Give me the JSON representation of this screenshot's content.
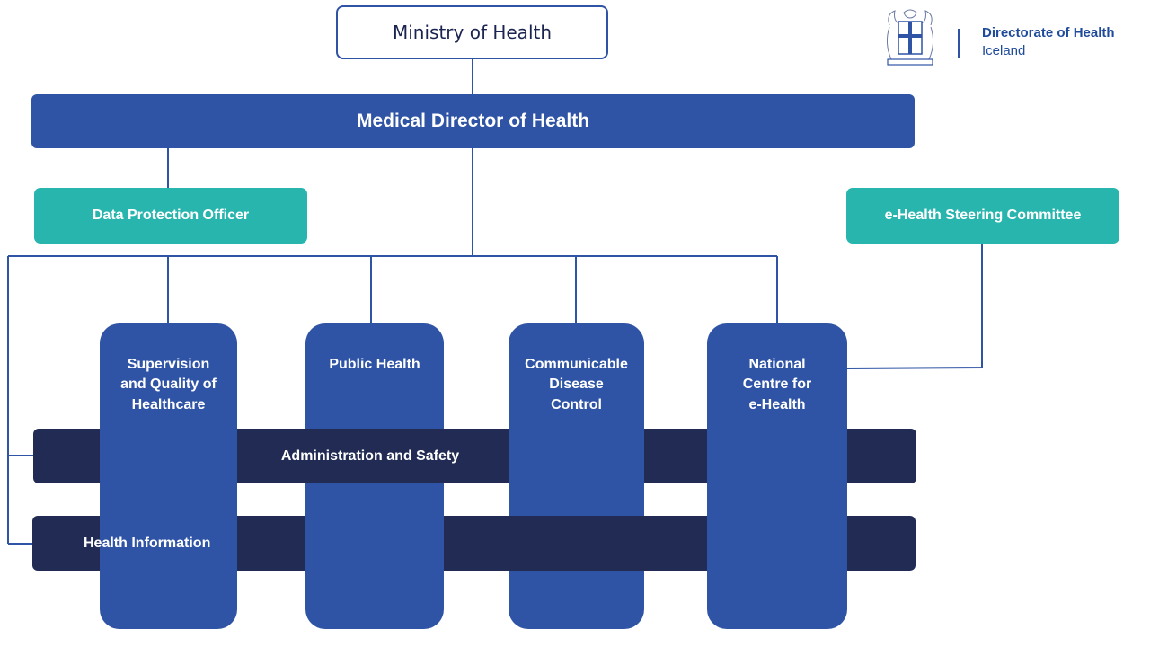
{
  "top": {
    "label": "Ministry of Health"
  },
  "director": {
    "label": "Medical Director of Health"
  },
  "side_units": [
    {
      "label": "Data Protection Officer"
    },
    {
      "label": "e-Health Steering Committee"
    }
  ],
  "departments": [
    {
      "label": "Supervision\nand Quality of\nHealthcare"
    },
    {
      "label": "Public Health"
    },
    {
      "label": "Communicable\nDisease\nControl"
    },
    {
      "label": "National\nCentre for\ne-Health"
    }
  ],
  "cross_units": [
    {
      "label": "Administration and Safety"
    },
    {
      "label": "Health Information"
    }
  ],
  "brand": {
    "name": "Directorate of Health",
    "country": "Iceland",
    "logo": "icelandic-coat-of-arms"
  },
  "colors": {
    "blue": "#2f54a5",
    "navy": "#212b54",
    "teal": "#27b5ae",
    "line": "#2f54a5",
    "brand": "#1f4b9a"
  }
}
